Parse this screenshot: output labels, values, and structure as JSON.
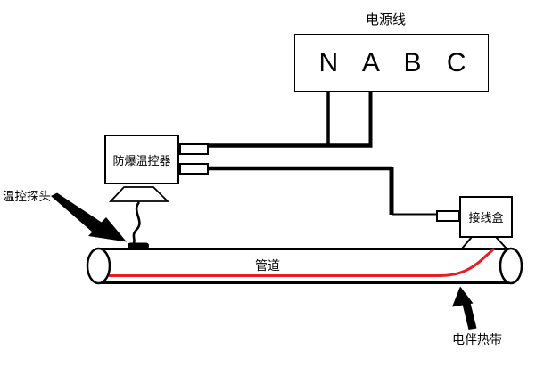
{
  "diagram": {
    "background": "#ffffff",
    "colors": {
      "line": "#000000",
      "heat_trace": "#e81c24"
    },
    "labels": {
      "power_line": "电源线",
      "terminals": "N A B C",
      "controller": "防爆温控器",
      "junction_box": "接线盒",
      "probe": "温控探头",
      "pipe": "管道",
      "heat_trace": "电伴热带"
    }
  }
}
